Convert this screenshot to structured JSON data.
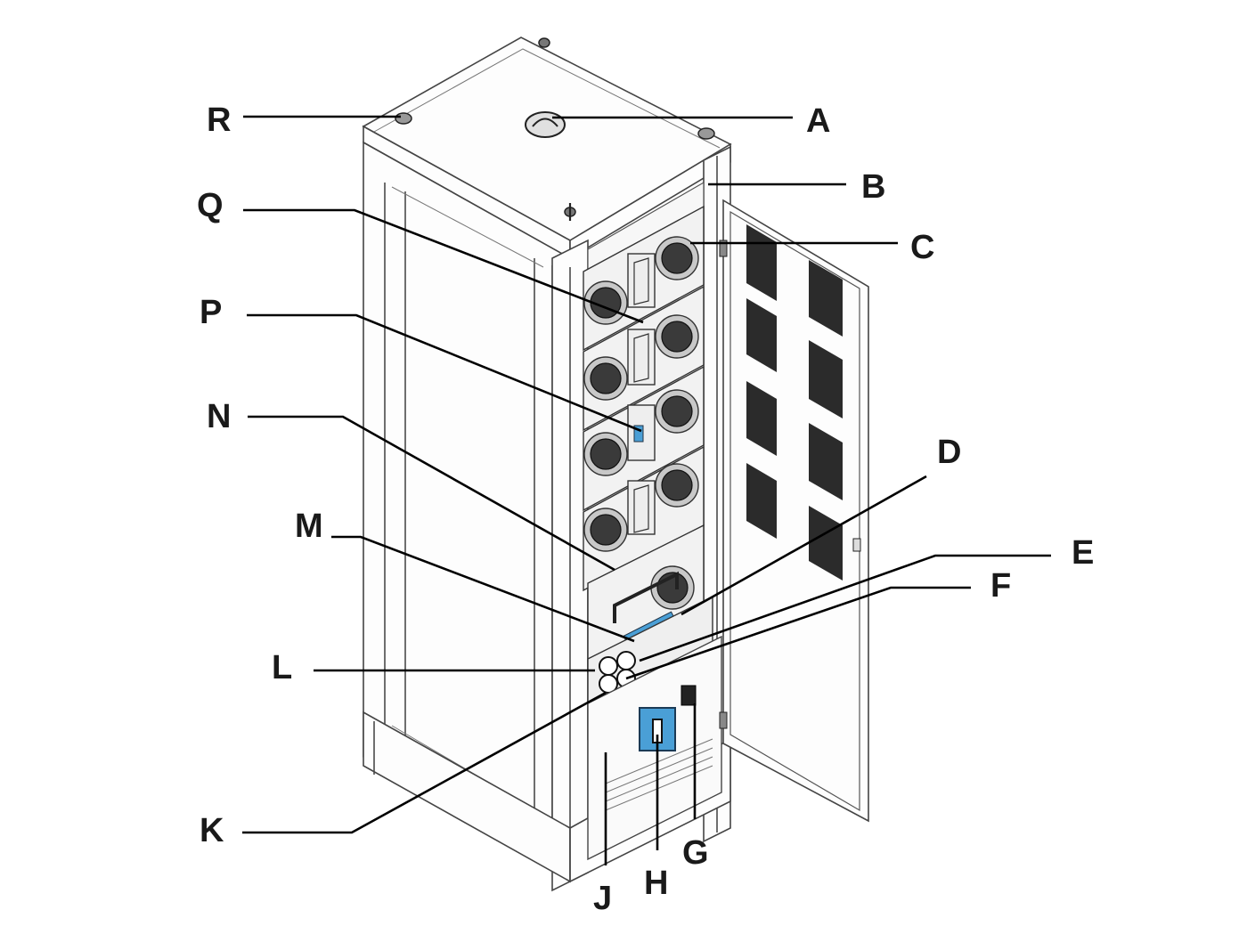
{
  "diagram": {
    "type": "equipment-cabinet-callouts",
    "callouts": [
      {
        "id": "A",
        "label": "A"
      },
      {
        "id": "B",
        "label": "B"
      },
      {
        "id": "C",
        "label": "C"
      },
      {
        "id": "D",
        "label": "D"
      },
      {
        "id": "E",
        "label": "E"
      },
      {
        "id": "F",
        "label": "F"
      },
      {
        "id": "G",
        "label": "G"
      },
      {
        "id": "H",
        "label": "H"
      },
      {
        "id": "J",
        "label": "J"
      },
      {
        "id": "K",
        "label": "K"
      },
      {
        "id": "L",
        "label": "L"
      },
      {
        "id": "M",
        "label": "M"
      },
      {
        "id": "N",
        "label": "N"
      },
      {
        "id": "P",
        "label": "P"
      },
      {
        "id": "Q",
        "label": "Q"
      },
      {
        "id": "R",
        "label": "R"
      }
    ],
    "colors": {
      "line": "#000000",
      "label": "#1a1a1a",
      "accent_blue": "#4a9fd6",
      "fan_dark": "#3a3a3a"
    }
  }
}
